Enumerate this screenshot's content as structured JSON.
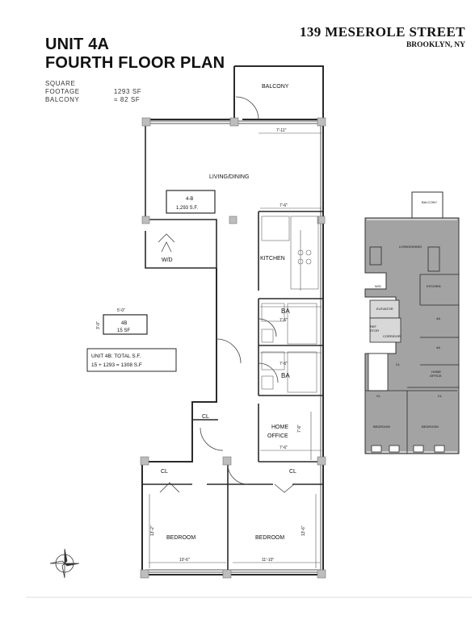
{
  "header": {
    "unit": "UNIT 4A",
    "floor": "FOURTH FLOOR PLAN",
    "street": "139 MESEROLE STREET",
    "city": "BROOKLYN, NY"
  },
  "square_footage": {
    "rows": [
      {
        "key": "SQUARE FOOTAGE",
        "value": "1293 SF"
      },
      {
        "key": "BALCONY",
        "value": "=  82 SF"
      }
    ]
  },
  "plan": {
    "balcony": "BALCONY",
    "living_dining": "LIVING/DINING",
    "unit_box_line1": "4-B",
    "unit_box_line2": "1,293 S.F.",
    "kitchen": "KITCHEN",
    "wd": "W/D",
    "ba1": "BA",
    "ba2": "BA",
    "cl_hall": "CL",
    "home_office_1": "HOME",
    "home_office_2": "OFFICE",
    "cl_left": "CL",
    "cl_right": "CL",
    "bedroom_left": "BEDROOM",
    "bedroom_right": "BEDROOM",
    "dim_living": "7'-11\"",
    "dim_kitchen": "7'-6\"",
    "dim_ba": "7'-6\"",
    "dim_ba2": "7'-6\"",
    "dim_office": "7'-6\"",
    "dim_bed_left": "10'-6\"",
    "dim_bed_right": "11'-10\"",
    "dim_bed_left_v": "13'-2\"",
    "dim_bed_right_v": "13'-6\"",
    "dim_office_v": "7'-6\""
  },
  "annex": {
    "box_dim": "5'-0\"",
    "box_label1": "4B",
    "box_label2": "15 SF",
    "box_dim_v": "3'-0\"",
    "total_line1": "UNIT 4B: TOTAL S.F.",
    "total_line2": "15 + 1293 = 1308 S.F"
  },
  "key_plan": {
    "balcony": "BALCONY",
    "living": "LIVING/DINING",
    "wd": "W/D",
    "kitchen": "KITCHEN",
    "elevator": "ELEVATOR",
    "ref_stor_1": "REF",
    "ref_stor_2": "STOR",
    "corridor": "CORRIDOR",
    "ba_a": "4A",
    "ba_b": "4A",
    "home_office_1": "HOME",
    "home_office_2": "OFFICE",
    "cl1": "CL",
    "cl2": "CL",
    "cl3": "CL",
    "bedroom_1": "BEDROOM",
    "bedroom_2": "BEDROOM"
  },
  "colors": {
    "wall": "#2a2a2a",
    "key_fill": "#a3a3a3",
    "column": "#bdbdbd"
  }
}
